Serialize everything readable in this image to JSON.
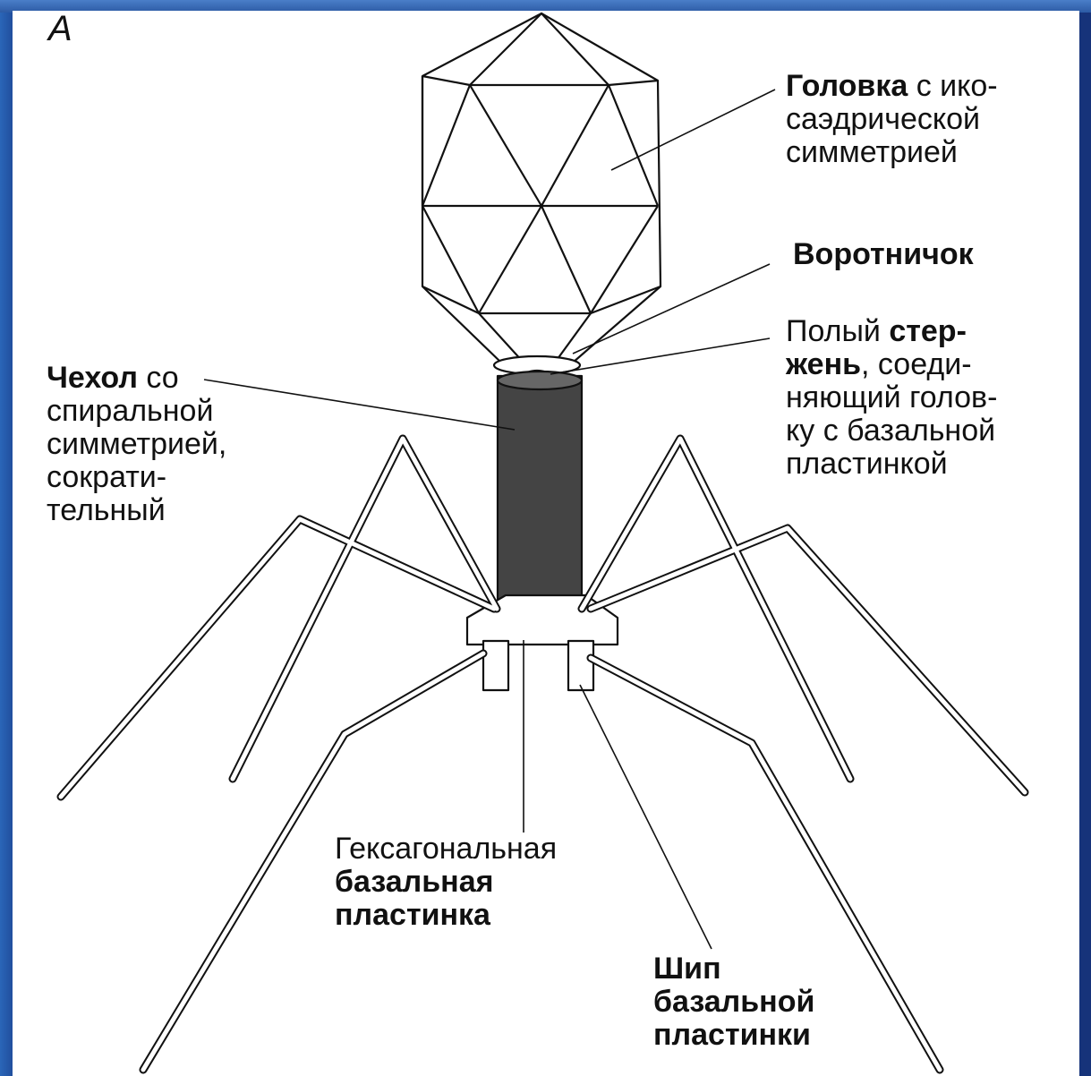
{
  "figure": {
    "panel_mark": "А",
    "labels": {
      "head": {
        "bold": "Головка",
        "rest_line1": " с ико-",
        "line2": "саэдрической",
        "line3": "симметрией"
      },
      "collar": {
        "bold": "Воротничок"
      },
      "core": {
        "line1_plain": "Полый ",
        "line1_bold": "стер-",
        "line2_bold": "жень",
        "line2_rest": ", соеди-",
        "line3": "няющий голов-",
        "line4": "ку с базальной",
        "line5": "пластинкой"
      },
      "sheath": {
        "bold": "Чехол",
        "rest_line1": " со",
        "line2": "спиральной",
        "line3": "симметрией,",
        "line4": "сократи-",
        "line5": "тельный"
      },
      "baseplate": {
        "line1": "Гексагональная",
        "line2_bold": "базальная",
        "line3_bold": "пластинка"
      },
      "spike": {
        "line1_bold": "Шип",
        "line2_bold": "базальной",
        "line3_bold": "пластинки"
      }
    }
  },
  "colors": {
    "background": "#1e3f86",
    "panel": "#ffffff",
    "ink": "#111111"
  }
}
